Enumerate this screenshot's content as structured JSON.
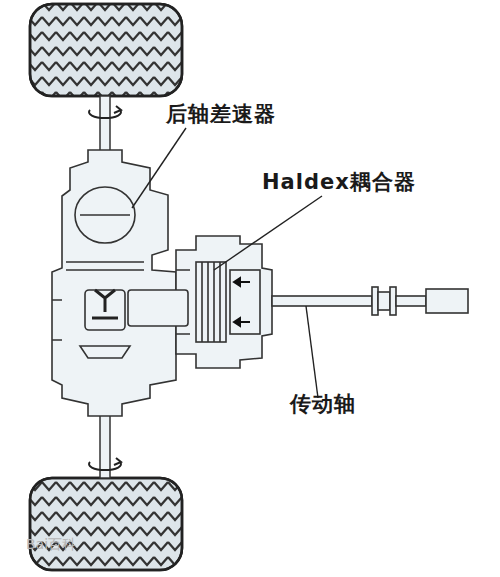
{
  "diagram": {
    "labels": [
      "后轴差速器",
      "Haldex耦合器",
      "传动轴",
      "Bai百科"
    ]
  }
}
